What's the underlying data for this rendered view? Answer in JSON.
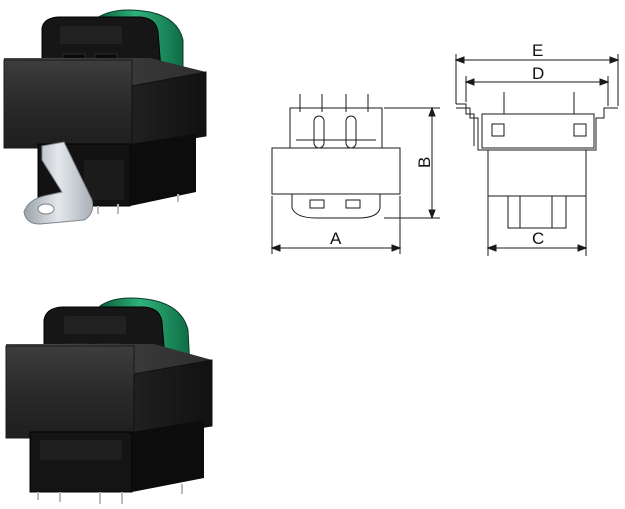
{
  "photos": {
    "top": {
      "label": "transformer-with-mounting-bracket"
    },
    "bottom": {
      "label": "transformer-pcb-mount"
    }
  },
  "drawing": {
    "dimensions": {
      "a": "A",
      "b": "B",
      "c": "C",
      "d": "D",
      "e": "E"
    }
  },
  "colors": {
    "core": "#2b2b2b",
    "core_edge": "#3a3a3a",
    "winding_green": "#1f8a5c",
    "bobbin": "#151515",
    "bracket": "#c9ced3",
    "line": "#1a1a1a"
  }
}
